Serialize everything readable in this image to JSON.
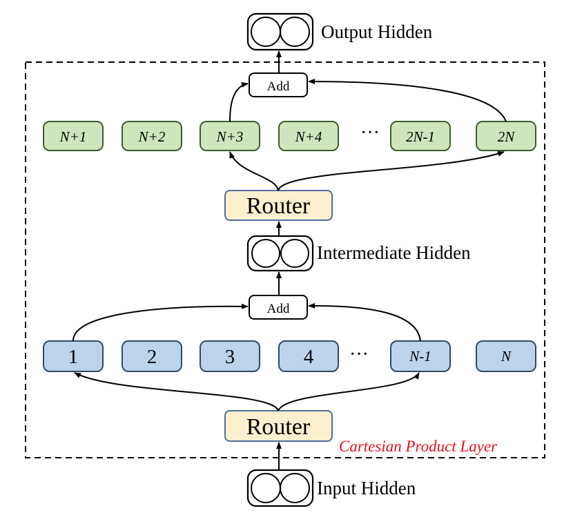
{
  "labels": {
    "output_hidden": "Output Hidden",
    "intermediate_hidden": "Intermediate Hidden",
    "input_hidden": "Input Hidden",
    "layer_name": "Cartesian Product Layer"
  },
  "router": {
    "top_label": "Router",
    "bottom_label": "Router"
  },
  "add": {
    "top_label": "Add",
    "bottom_label": "Add"
  },
  "top_experts": [
    "N+1",
    "N+2",
    "N+3",
    "N+4",
    "2N-1",
    "2N"
  ],
  "bottom_experts": [
    "1",
    "2",
    "3",
    "4",
    "N-1",
    "N"
  ],
  "ellipsis": "···",
  "colors": {
    "green_fill": "#cfe5c0",
    "green_stroke": "#3d5a2c",
    "blue_fill": "#bcd3ea",
    "blue_stroke": "#2e4a66",
    "router_fill": "#fdf0cf",
    "router_stroke": "#4f6aa0",
    "layer_text": "#e8101a"
  }
}
